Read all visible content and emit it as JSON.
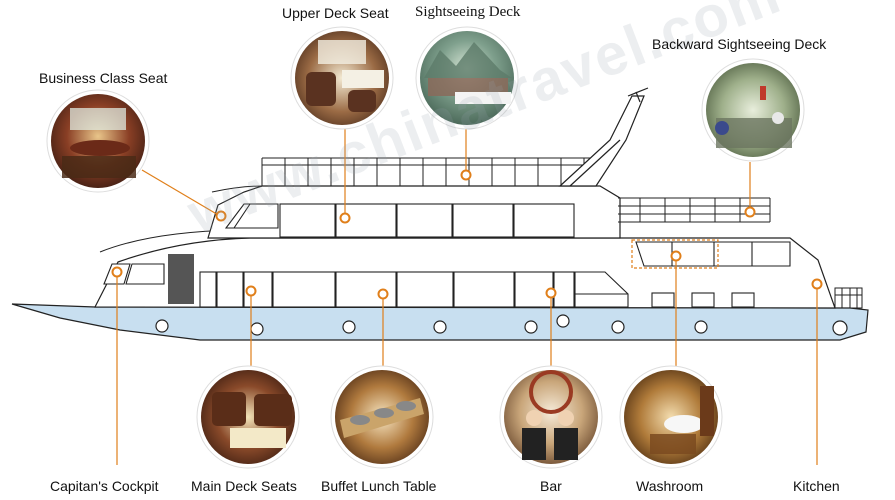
{
  "labels": {
    "business": "Business Class Seat",
    "upper_deck": "Upper Deck Seat",
    "sightseeing": "Sightseeing Deck",
    "backward": "Backward Sightseeing Deck",
    "cockpit": "Capitan's Cockpit",
    "main_deck": "Main Deck Seats",
    "buffet": "Buffet Lunch Table",
    "bar": "Bar",
    "washroom": "Washroom",
    "kitchen": "Kitchen"
  },
  "watermark": "www.chinatravel.com",
  "colors": {
    "hull": "#c8dff0",
    "leader": "#e07f1a",
    "outline": "#222222",
    "cockpit_block": "#555555"
  }
}
